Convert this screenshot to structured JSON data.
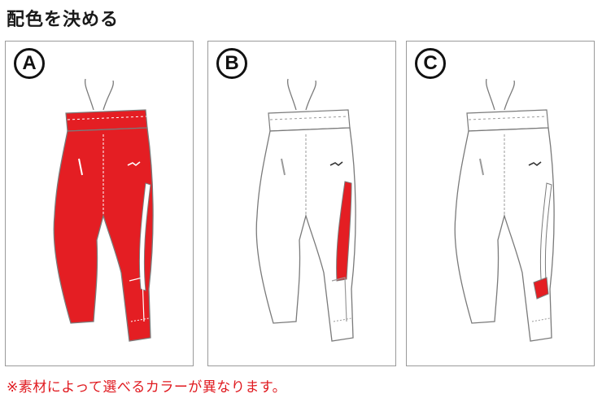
{
  "title": "配色を決める",
  "panels": [
    {
      "label": "A",
      "variant": "full-red"
    },
    {
      "label": "B",
      "variant": "white-side-panel"
    },
    {
      "label": "C",
      "variant": "white-knee-patch"
    }
  ],
  "note": "※素材によって選べるカラーが異なります。",
  "colors": {
    "accent": "#e0191f",
    "pants_red": "#e41e23",
    "outline": "#7a7a7a",
    "note_text": "#e0191f"
  },
  "icons": [
    "pants-illustration-icon",
    "brand-logo-icon"
  ]
}
